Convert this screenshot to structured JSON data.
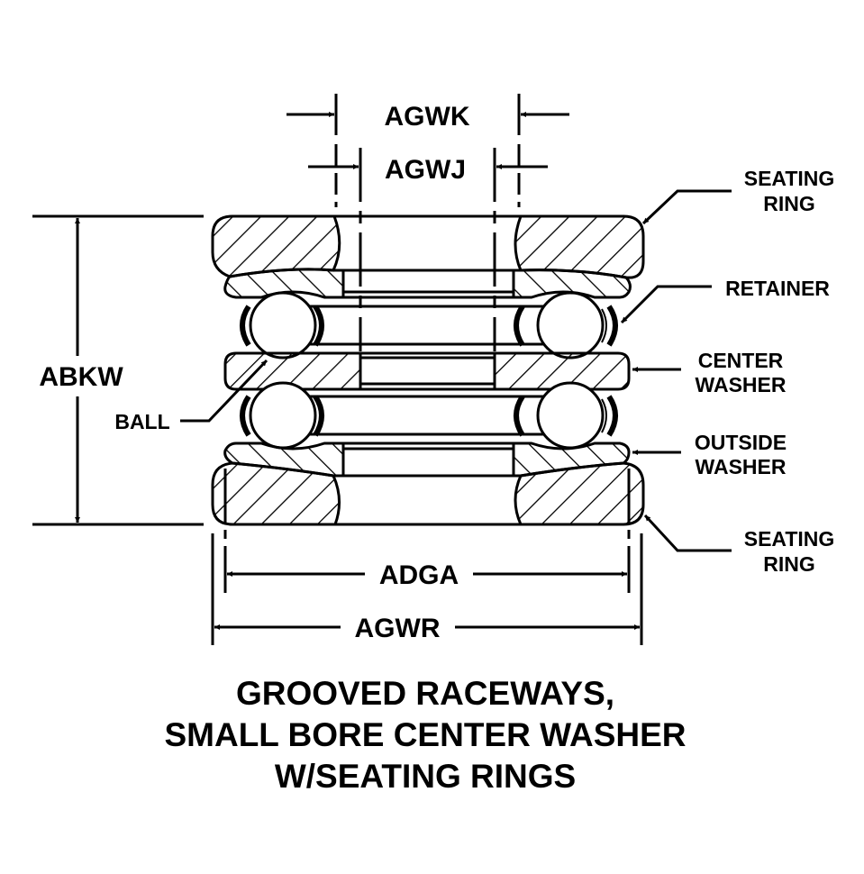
{
  "colors": {
    "ink": "#000000",
    "background": "#ffffff"
  },
  "dimensions": {
    "agwk": "AGWK",
    "agwj": "AGWJ",
    "abkw": "ABKW",
    "adga": "ADGA",
    "agwr": "AGWR"
  },
  "callouts": {
    "seating_ring_top": [
      "SEATING",
      "RING"
    ],
    "retainer": [
      "RETAINER"
    ],
    "center_washer": [
      "CENTER",
      "WASHER"
    ],
    "outside_washer": [
      "OUTSIDE",
      "WASHER"
    ],
    "seating_ring_bottom": [
      "SEATING",
      "RING"
    ],
    "ball": [
      "BALL"
    ]
  },
  "title": {
    "lines": [
      "GROOVED RACEWAYS,",
      "SMALL BORE CENTER WASHER",
      "W/SEATING RINGS"
    ]
  }
}
